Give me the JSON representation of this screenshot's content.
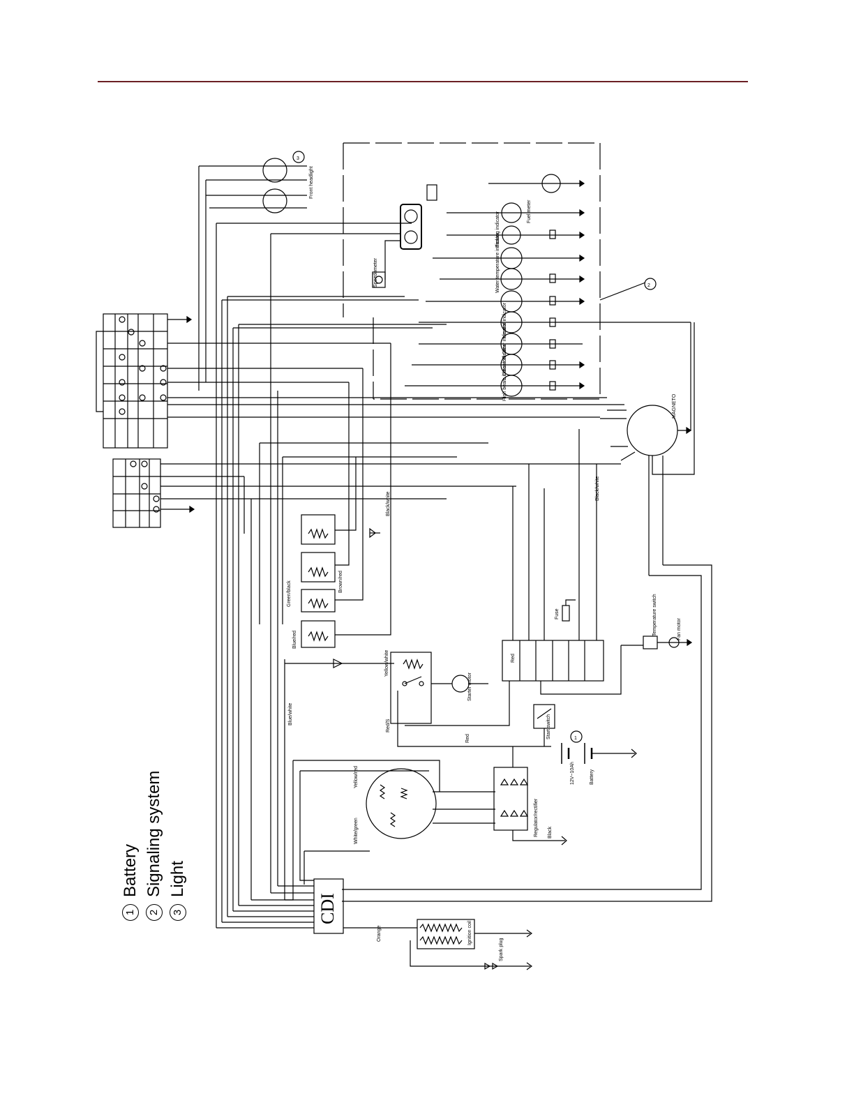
{
  "legend": {
    "items": [
      {
        "num": "1",
        "label": "Battery"
      },
      {
        "num": "2",
        "label": "Signaling system"
      },
      {
        "num": "3",
        "label": "Light"
      }
    ]
  },
  "diagram": {
    "cdi_label": "CDI",
    "battery_label": "Battery",
    "battery_spec": "12V~10Ah",
    "magneto_label": "MAGNETO",
    "ground_label": "Black",
    "callouts": [
      "1",
      "2",
      "3"
    ],
    "wire_labels": [
      "Red/S",
      "Red",
      "Yellow/white",
      "Orange",
      "Brown/red",
      "Green/black",
      "Blue/white",
      "Blue/red",
      "Black/white",
      "White/green",
      "Yellow/red",
      "Red",
      "Black/white"
    ],
    "indicator_labels": [
      "Speedometer",
      "High beam indicator",
      "L.Clear indicator",
      "R.Clear indicator",
      "Neutral indicator",
      "Water temperature indicator",
      "Parking indicator",
      "Fuel meter"
    ],
    "component_labels": [
      "Front headlight",
      "Fan motor",
      "Temperature switch",
      "Fuse",
      "Start switch",
      "Starter motor",
      "Regulator/rectifier",
      "Ignition coil",
      "Spark plug"
    ]
  }
}
